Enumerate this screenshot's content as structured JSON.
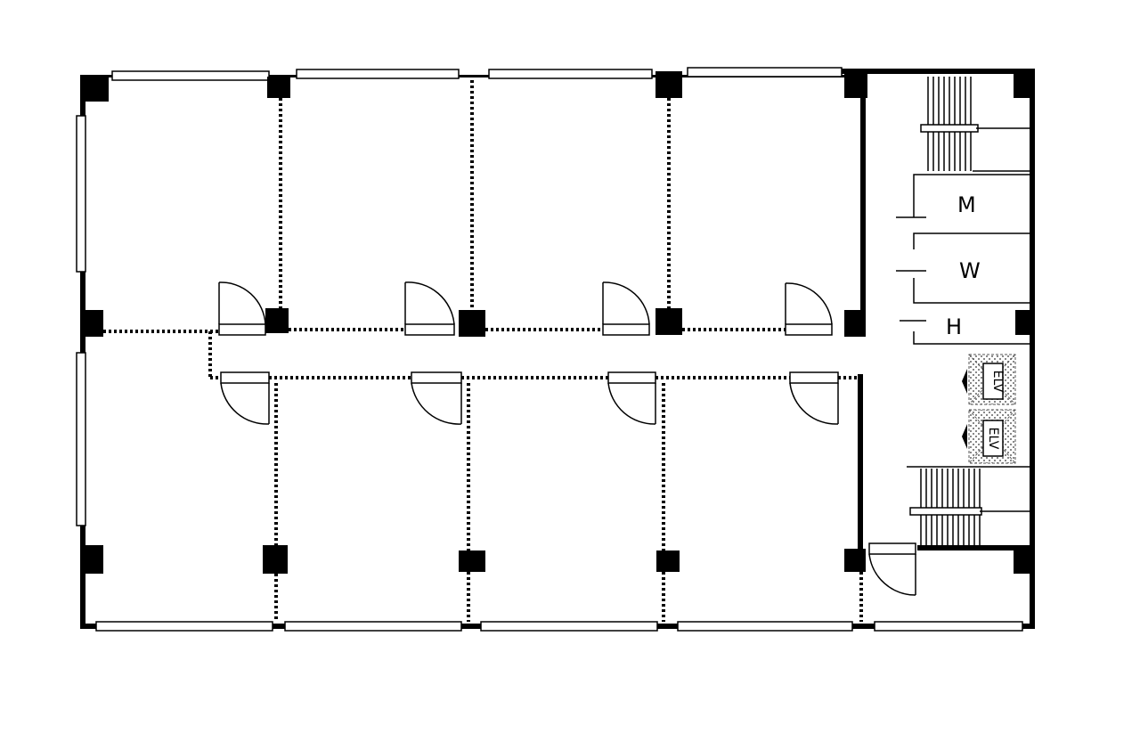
{
  "labels": {
    "men": "M",
    "women": "W",
    "h": "H",
    "elevator_1": "ELV",
    "elevator_2": "ELV"
  },
  "style": {
    "ink": "#000000",
    "background": "#ffffff"
  }
}
